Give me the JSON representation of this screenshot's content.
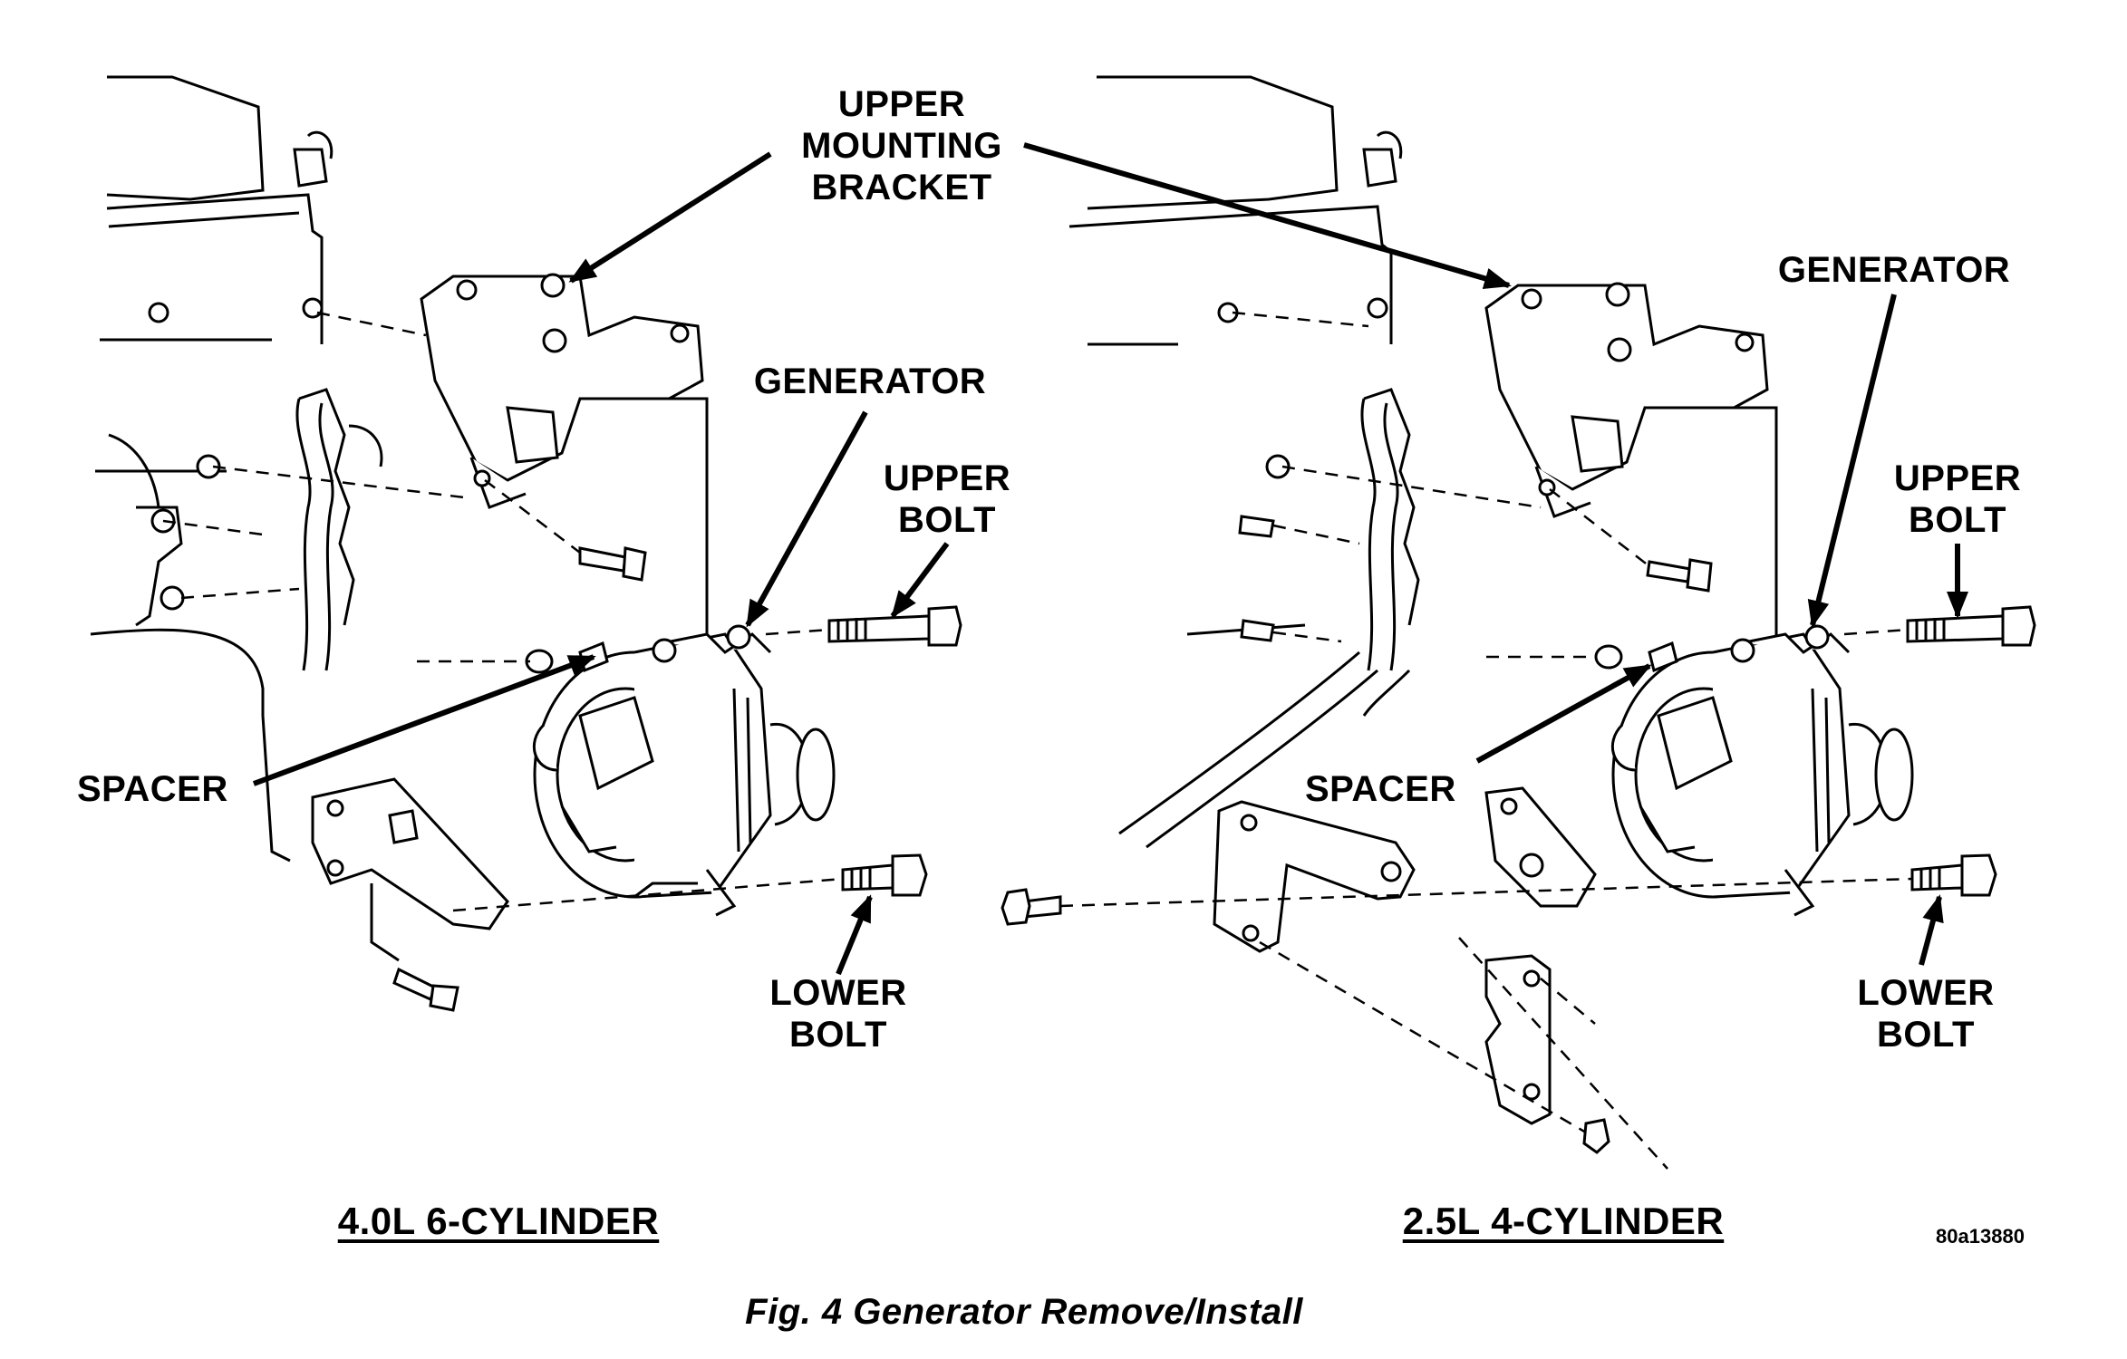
{
  "labels": {
    "upper_mounting_bracket": [
      "UPPER",
      "MOUNTING",
      "BRACKET"
    ],
    "generator_left": "GENERATOR",
    "generator_right": "GENERATOR",
    "upper_bolt_left": [
      "UPPER",
      "BOLT"
    ],
    "upper_bolt_right": [
      "UPPER",
      "BOLT"
    ],
    "spacer_left": "SPACER",
    "spacer_right": "SPACER",
    "lower_bolt_left": [
      "LOWER",
      "BOLT"
    ],
    "lower_bolt_right": [
      "LOWER",
      "BOLT"
    ]
  },
  "views": {
    "left_title": "4.0L 6-CYLINDER",
    "right_title": "2.5L 4-CYLINDER"
  },
  "figure_code": "80a13880",
  "caption": "Fig. 4 Generator Remove/Install"
}
